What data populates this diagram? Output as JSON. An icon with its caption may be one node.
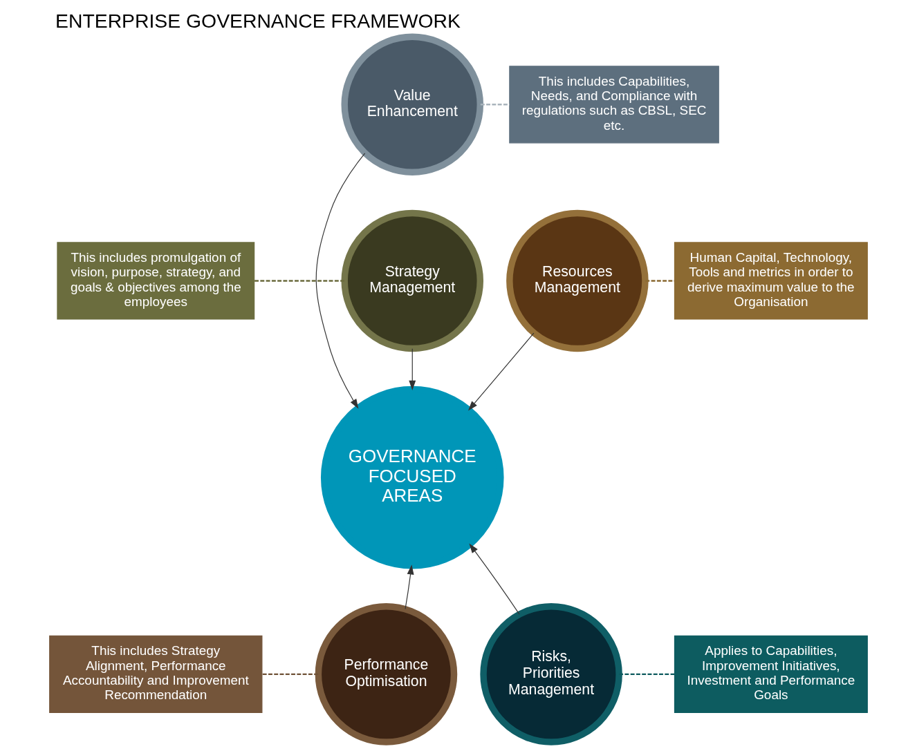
{
  "diagram": {
    "title": "ENTERPRISE GOVERNANCE FRAMEWORK",
    "nodes": [
      {
        "text": [
          "GOVERNANCE FOCUSED AREAS"
        ]
      },
      {
        "text": [
          "Value Enhancement"
        ]
      },
      {
        "text": [
          "Strategy Management"
        ]
      },
      {
        "text": [
          "Resources Management"
        ]
      },
      {
        "text": [
          "Performance Optimisation"
        ]
      },
      {
        "text": [
          "Risks, Priorities Management"
        ]
      },
      {
        "text": [
          "This includes Capabilities, Needs, and Compliance with regulations such as CBSL, SEC etc."
        ]
      },
      {
        "text": [
          "This includes promulgation of vision, purpose, strategy, and goals & objectives among the employees"
        ]
      },
      {
        "text": [
          "Human Capital, Technology, Tools and metrics in order to derive maximum value to the Organisation"
        ]
      },
      {
        "text": [
          "This includes Strategy Alignment, Performance Accountability and Improvement Recommendation"
        ]
      },
      {
        "text": [
          "Applies to Capabilities, Improvement Initiatives, Investment and Performance Goals"
        ]
      }
    ],
    "edges": [
      {
        "from": 1,
        "to": 0,
        "arrow": "to"
      },
      {
        "from": 2,
        "to": 0,
        "arrow": "to"
      },
      {
        "from": 3,
        "to": 0,
        "arrow": "to"
      },
      {
        "from": 4,
        "to": 0,
        "arrow": "to"
      },
      {
        "from": 5,
        "to": 0,
        "arrow": "to"
      },
      {
        "from": 1,
        "to": 6,
        "arrow": "none",
        "style": "dashed",
        "color": "#a9b4bc"
      },
      {
        "from": 2,
        "to": 7,
        "arrow": "none",
        "style": "dashed",
        "color": "#6b6b3e"
      },
      {
        "from": 3,
        "to": 8,
        "arrow": "none",
        "style": "dashed",
        "color": "#8a6a32"
      },
      {
        "from": 4,
        "to": 9,
        "arrow": "none",
        "style": "dashed",
        "color": "#6f5237"
      },
      {
        "from": 5,
        "to": 10,
        "arrow": "none",
        "style": "dashed",
        "color": "#0e5a5e"
      }
    ]
  }
}
